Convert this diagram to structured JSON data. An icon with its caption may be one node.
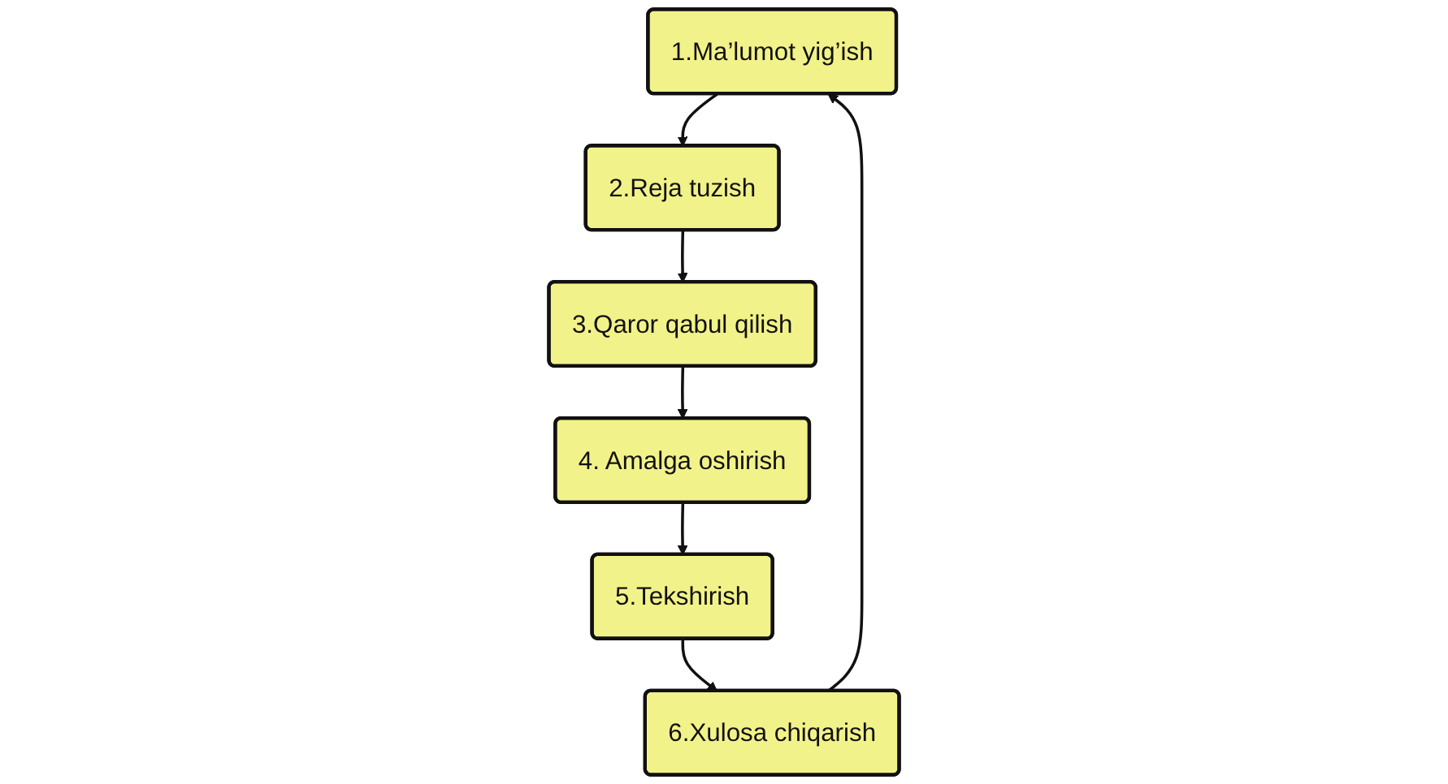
{
  "diagram": {
    "nodes": [
      {
        "text": [
          "1.Ma’lumot yig’ish"
        ]
      },
      {
        "text": [
          "2.Reja tuzish"
        ]
      },
      {
        "text": [
          "3.Qaror qabul qilish"
        ]
      },
      {
        "text": [
          "4. Amalga oshirish"
        ]
      },
      {
        "text": [
          "5.Tekshirish"
        ]
      },
      {
        "text": [
          "6.Xulosa chiqarish"
        ]
      }
    ],
    "edges": [
      {
        "from": 0,
        "to": 1,
        "arrow": "to"
      },
      {
        "from": 1,
        "to": 2,
        "arrow": "to"
      },
      {
        "from": 2,
        "to": 3,
        "arrow": "to"
      },
      {
        "from": 3,
        "to": 4,
        "arrow": "to"
      },
      {
        "from": 4,
        "to": 5,
        "arrow": "to"
      },
      {
        "from": 5,
        "to": 0,
        "arrow": "to"
      }
    ]
  }
}
